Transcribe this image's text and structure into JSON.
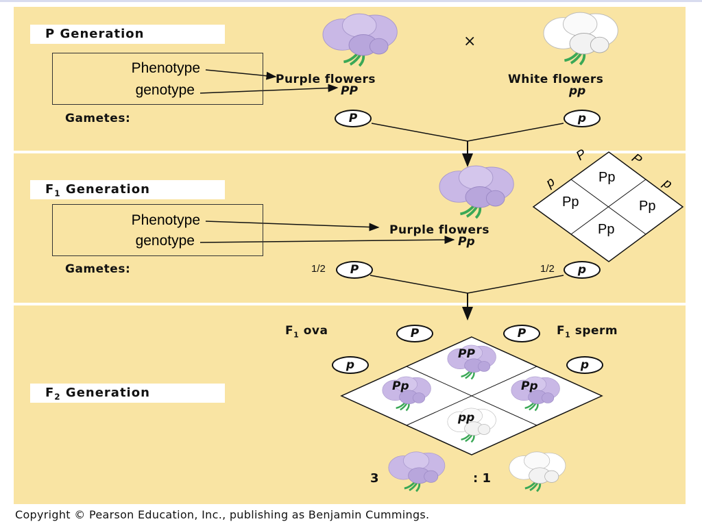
{
  "p_generation": {
    "label": "P Generation",
    "phenotype_label": "Phenotype",
    "genotype_label": "genotype",
    "cross_symbol": "×",
    "parent1": {
      "phenotype": "Purple flowers",
      "genotype": "PP",
      "gamete": "P"
    },
    "parent2": {
      "phenotype": "White flowers",
      "genotype": "pp",
      "gamete": "p"
    },
    "gametes_label": "Gametes:"
  },
  "f1_generation": {
    "label_main": "F",
    "label_sub": "1",
    "label_rest": " Generation",
    "phenotype_label": "Phenotype",
    "genotype_label": "genotype",
    "phenotype": "Purple flowers",
    "genotype": "Pp",
    "gametes_label": "Gametes:",
    "gamete_left": {
      "fraction": "1/2",
      "allele": "P"
    },
    "gamete_right": {
      "fraction": "1/2",
      "allele": "p"
    },
    "small_punnett": {
      "top_left_labels": [
        "P",
        "p"
      ],
      "top_right_labels": [
        "P",
        "p"
      ],
      "cells": [
        "Pp",
        "Pp",
        "Pp",
        "Pp"
      ]
    }
  },
  "f2_generation": {
    "label_main": "F",
    "label_sub": "2",
    "label_rest": " Generation",
    "ova_label_main": "F",
    "ova_label_sub": "1",
    "ova_label_rest": " ova",
    "sperm_label_main": "F",
    "sperm_label_sub": "1",
    "sperm_label_rest": " sperm",
    "ova_alleles": [
      "P",
      "p"
    ],
    "sperm_alleles": [
      "P",
      "p"
    ],
    "cells": {
      "top": "PP",
      "left": "Pp",
      "right": "Pp",
      "bottom": "pp"
    },
    "ratio_left": "3",
    "ratio_right": ": 1"
  },
  "colors": {
    "panel": "#f9e4a3",
    "purple_flower": "#c9b8e6",
    "white_flower": "#ffffff",
    "leaf": "#3aa856"
  },
  "copyright": "Copyright © Pearson Education, Inc., publishing as Benjamin Cummings."
}
